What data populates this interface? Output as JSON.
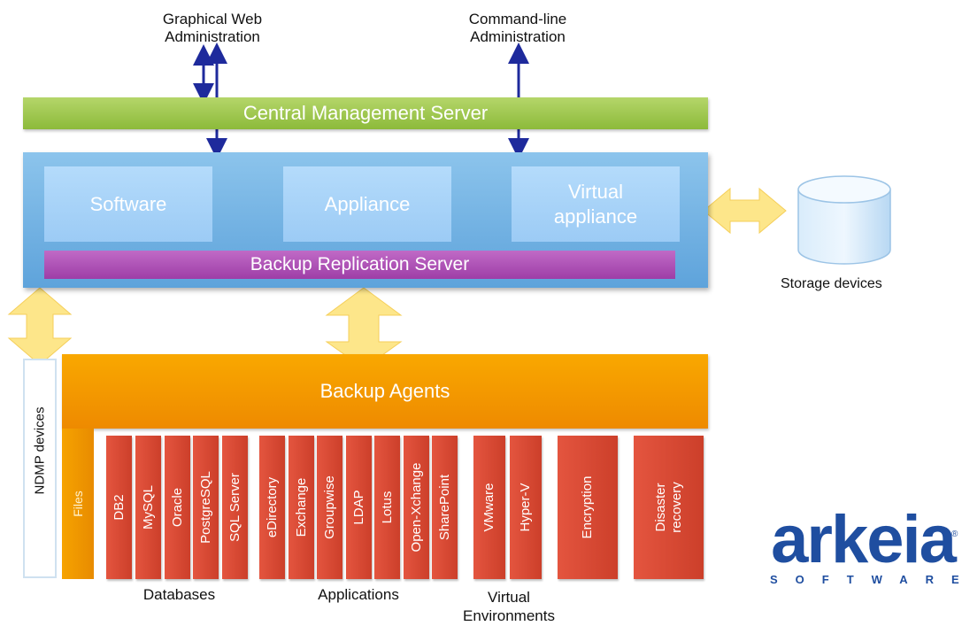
{
  "top_labels": {
    "graphical_web": [
      "Graphical Web",
      "Administration"
    ],
    "command_line": [
      "Command-line",
      "Administration"
    ]
  },
  "central_management_server": "Central Management Server",
  "server_types": {
    "software": "Software",
    "appliance": "Appliance",
    "virtual_appliance": [
      "Virtual",
      "appliance"
    ]
  },
  "backup_replication_server": "Backup Replication Server",
  "storage_devices": "Storage devices",
  "backup_agents": "Backup Agents",
  "files": "Files",
  "ndmp_devices": "NDMP devices",
  "agents": {
    "databases": [
      "DB2",
      "MySQL",
      "Oracle",
      "PostgreSQL",
      "SQL Server"
    ],
    "applications": [
      "eDirectory",
      "Exchange",
      "Groupwise",
      "LDAP",
      "Lotus",
      "Open-Xchange",
      "SharePoint"
    ],
    "virtual": [
      "VMware",
      "Hyper-V"
    ],
    "encryption": "Encryption",
    "disaster_recovery": [
      "Disaster",
      "recovery"
    ]
  },
  "group_labels": {
    "databases": "Databases",
    "applications": "Applications",
    "virtual_environments": [
      "Virtual",
      "Environments"
    ]
  },
  "logo": {
    "word": "arkeia",
    "sub": "SOFTWARE",
    "registered": "®"
  },
  "colors": {
    "cms_green": "#8cba3a",
    "panel_blue": "#5ea3db",
    "brs_purple": "#9e3ea7",
    "agents_orange": "#f39a00",
    "agent_red": "#d4452f",
    "arrow_yellow": "#fde68a",
    "arrow_navy": "#1e2a9c",
    "logo_blue": "#1f4ea0"
  }
}
